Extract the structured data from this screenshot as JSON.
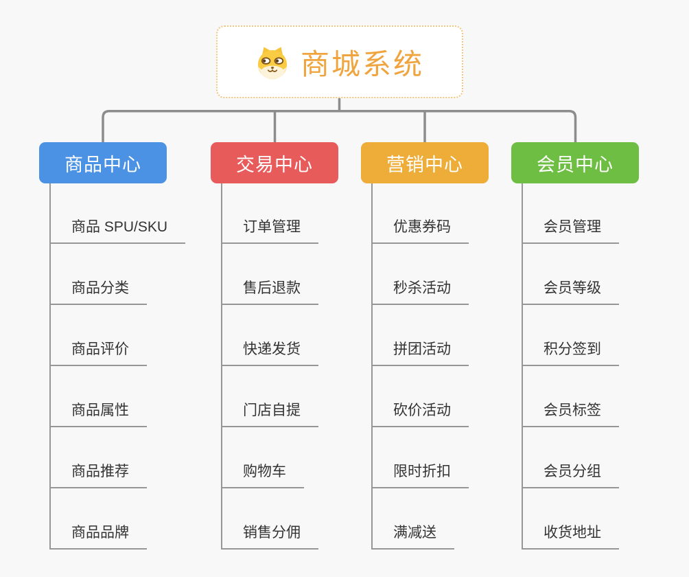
{
  "page": {
    "background_color": "#f8f8f8",
    "connector_color": "#8c8c8c",
    "child_line_color": "#969696",
    "child_text_color": "#333333"
  },
  "root": {
    "title": "商城系统",
    "icon": "dog-face-icon",
    "text_color": "#f0a43e",
    "border_color": "#f2c47c",
    "background": "#ffffff"
  },
  "branches": [
    {
      "label": "商品中心",
      "color": "#4b92e5",
      "children": [
        "商品 SPU/SKU",
        "商品分类",
        "商品评价",
        "商品属性",
        "商品推荐",
        "商品品牌"
      ]
    },
    {
      "label": "交易中心",
      "color": "#e75b5b",
      "children": [
        "订单管理",
        "售后退款",
        "快递发货",
        "门店自提",
        "购物车",
        "销售分佣"
      ]
    },
    {
      "label": "营销中心",
      "color": "#eeac38",
      "children": [
        "优惠券码",
        "秒杀活动",
        "拼团活动",
        "砍价活动",
        "限时折扣",
        "满减送"
      ]
    },
    {
      "label": "会员中心",
      "color": "#6fbe44",
      "children": [
        "会员管理",
        "会员等级",
        "积分签到",
        "会员标签",
        "会员分组",
        "收货地址"
      ]
    }
  ]
}
